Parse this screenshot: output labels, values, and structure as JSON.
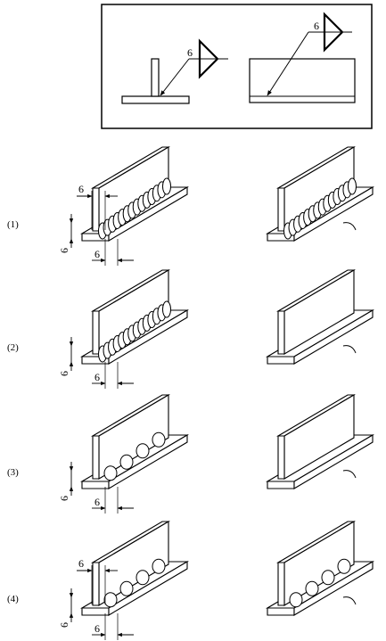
{
  "header_box": {
    "left_symbol_size": "6",
    "right_symbol_size": "6"
  },
  "options": [
    {
      "label": "(1)",
      "dims": [
        "6",
        "6",
        "6"
      ]
    },
    {
      "label": "(2)",
      "dims": [
        "6",
        "6"
      ]
    },
    {
      "label": "(3)",
      "dims": [
        "6",
        "6"
      ]
    },
    {
      "label": "(4)",
      "dims": [
        "6",
        "6",
        "6"
      ]
    }
  ]
}
